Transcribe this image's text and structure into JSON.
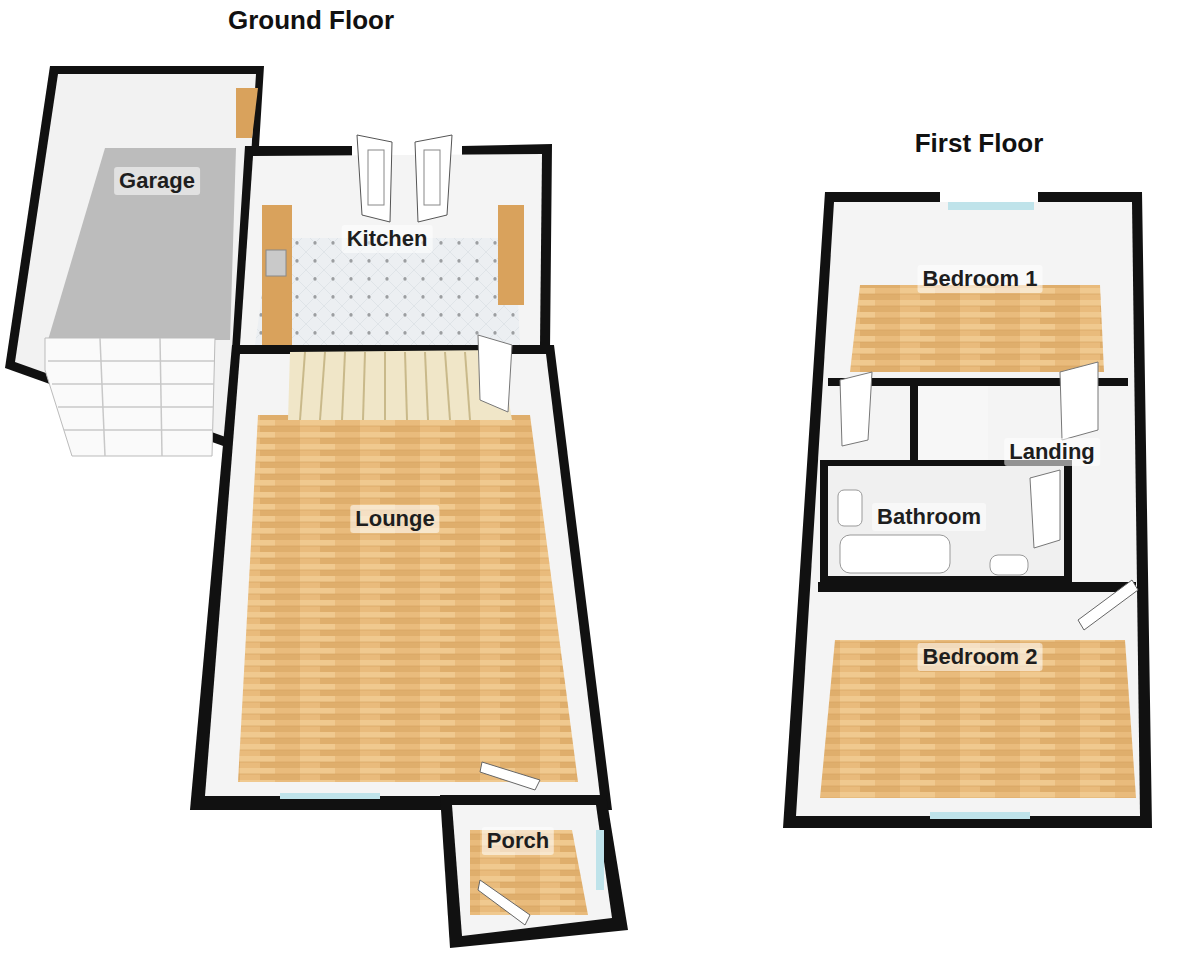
{
  "diagram": {
    "nodes": [
      {
        "text": [
          "Garage"
        ]
      },
      {
        "text": [
          "Kitchen"
        ]
      },
      {
        "text": [
          "Lounge"
        ]
      },
      {
        "text": [
          "Porch"
        ]
      },
      {
        "text": [
          "Bedroom 1"
        ]
      },
      {
        "text": [
          "Landing"
        ]
      },
      {
        "text": [
          "Bathroom"
        ]
      },
      {
        "text": [
          "Bedroom 2"
        ]
      }
    ],
    "labels": [
      "Ground Floor",
      "First Floor"
    ]
  }
}
